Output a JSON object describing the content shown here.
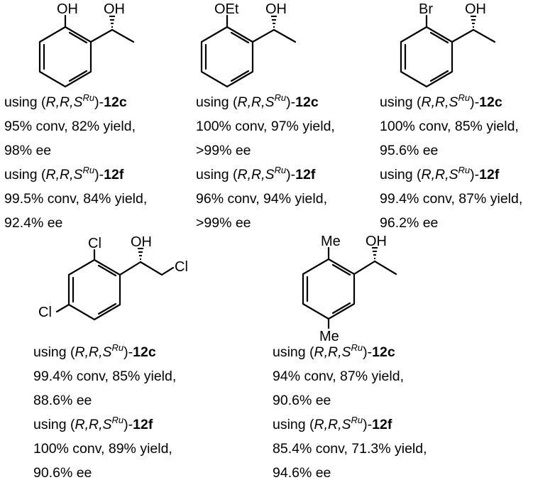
{
  "compounds": [
    {
      "substituent": "OH",
      "alcohol": "OH",
      "results": [
        {
          "prefix": "using (",
          "config": "R,R,S",
          "sup": "Ru",
          "cat": "12c",
          "data": "95% conv, 82% yield,",
          "ee": "98% ee"
        },
        {
          "prefix": "using (",
          "config": "R,R,S",
          "sup": "Ru",
          "cat": "12f",
          "data": "99.5% conv, 84% yield,",
          "ee": "92.4% ee"
        }
      ]
    },
    {
      "substituent": "OEt",
      "alcohol": "OH",
      "results": [
        {
          "prefix": "using (",
          "config": "R,R,S",
          "sup": "Ru",
          "cat": "12c",
          "data": "100% conv, 97% yield,",
          "ee": ">99% ee"
        },
        {
          "prefix": "using (",
          "config": "R,R,S",
          "sup": "Ru",
          "cat": "12f",
          "data": "96% conv, 94% yield,",
          "ee": ">99% ee"
        }
      ]
    },
    {
      "substituent": "Br",
      "alcohol": "OH",
      "results": [
        {
          "prefix": "using (",
          "config": "R,R,S",
          "sup": "Ru",
          "cat": "12c",
          "data": "100% conv, 85% yield,",
          "ee": "95.6% ee"
        },
        {
          "prefix": "using (",
          "config": "R,R,S",
          "sup": "Ru",
          "cat": "12f",
          "data": "99.4% conv, 87% yield,",
          "ee": "96.2% ee"
        }
      ]
    },
    {
      "substituent": "Cl",
      "substituent2": "Cl",
      "chain": "Cl",
      "alcohol": "OH",
      "results": [
        {
          "prefix": "using (",
          "config": "R,R,S",
          "sup": "Ru",
          "cat": "12c",
          "data": "99.4% conv, 85% yield,",
          "ee": "88.6% ee"
        },
        {
          "prefix": "using (",
          "config": "R,R,S",
          "sup": "Ru",
          "cat": "12f",
          "data": "100% conv, 89% yield,",
          "ee": "90.6% ee"
        }
      ]
    },
    {
      "substituent": "Me",
      "substituent2": "Me",
      "alcohol": "OH",
      "results": [
        {
          "prefix": "using (",
          "config": "R,R,S",
          "sup": "Ru",
          "cat": "12c",
          "data": "94% conv, 87% yield,",
          "ee": "90.6% ee"
        },
        {
          "prefix": "using (",
          "config": "R,R,S",
          "sup": "Ru",
          "cat": "12f",
          "data": "85.4% conv, 71.3% yield,",
          "ee": "94.6% ee"
        }
      ]
    }
  ]
}
